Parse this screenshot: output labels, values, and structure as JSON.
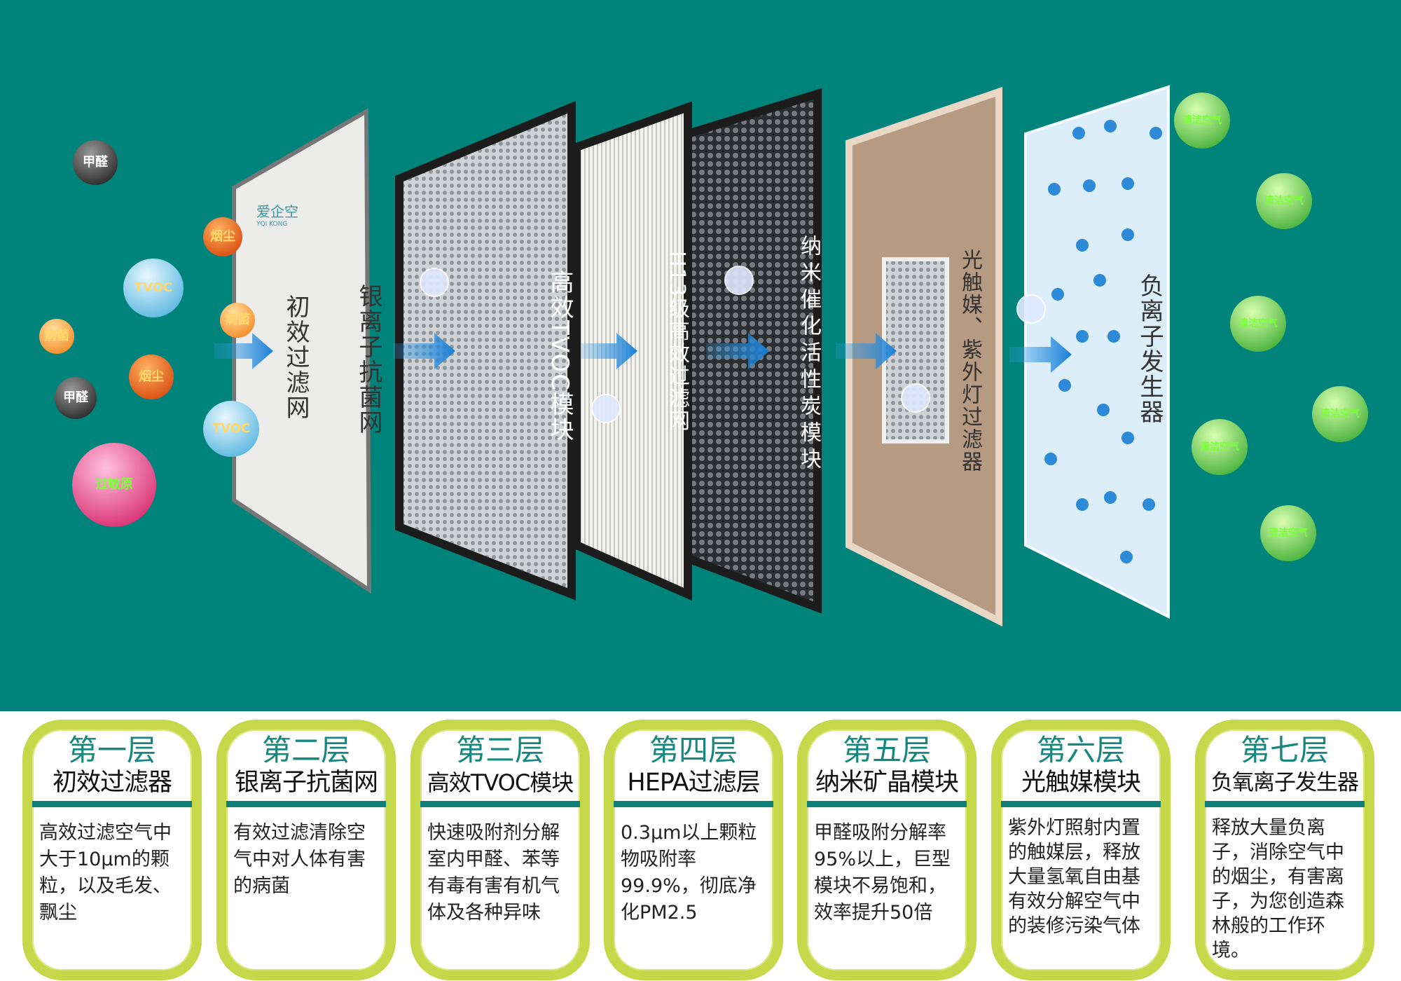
{
  "input_bubbles": [
    {
      "label": "甲醛",
      "color": "#333333"
    },
    {
      "label": "烟尘",
      "color": "#e85a10"
    },
    {
      "label": "TVOC",
      "color": "#5cc0e8"
    },
    {
      "label": "病菌",
      "color": "#f08a20"
    },
    {
      "label": "病菌",
      "color": "#f08a20"
    },
    {
      "label": "烟尘",
      "color": "#e85a10"
    },
    {
      "label": "甲醛",
      "color": "#333333"
    },
    {
      "label": "TVOC",
      "color": "#5cc0e8"
    },
    {
      "label": "过敏原",
      "color": "#e0206a"
    }
  ],
  "output_bubbles": [
    "清洁空气",
    "清洁空气",
    "清洁空气",
    "清洁空气",
    "清洁空气",
    "清洁空气"
  ],
  "brand": {
    "name": "爱企空",
    "sub": "YQI KONG"
  },
  "filter_labels": [
    "初效过滤网",
    "银离子抗菌网",
    "高效TVOC模块",
    "H13级高效过滤网",
    "纳米催化活性炭模块",
    "光触媒、紫外灯过滤器",
    "负离子发生器"
  ],
  "cards": [
    {
      "title": "第一层",
      "subtitle": "初效过滤器",
      "desc": "高效过滤空气中大于10μm的颗粒，以及毛发、飘尘"
    },
    {
      "title": "第二层",
      "subtitle": "银离子抗菌网",
      "desc": "有效过滤清除空气中对人体有害的病菌"
    },
    {
      "title": "第三层",
      "subtitle": "高效TVOC模块",
      "desc": "快速吸附剂分解室内甲醛、苯等有毒有害有机气体及各种异味"
    },
    {
      "title": "第四层",
      "subtitle": "HEPA过滤层",
      "desc": "0.3μm以上颗粒物吸附率99.9%，彻底净化PM2.5"
    },
    {
      "title": "第五层",
      "subtitle": "纳米矿晶模块",
      "desc": "甲醛吸附分解率95%以上，巨型模块不易饱和，效率提升50倍"
    },
    {
      "title": "第六层",
      "subtitle": "光触媒模块",
      "desc": "紫外灯照射内置的触媒层，释放大量氢氧自由基有效分解空气中的装修污染气体"
    },
    {
      "title": "第七层",
      "subtitle": "负氧离子发生器",
      "desc": "释放大量负离子，消除空气中的烟尘，有害离子，为您创造森林般的工作环境。"
    }
  ]
}
